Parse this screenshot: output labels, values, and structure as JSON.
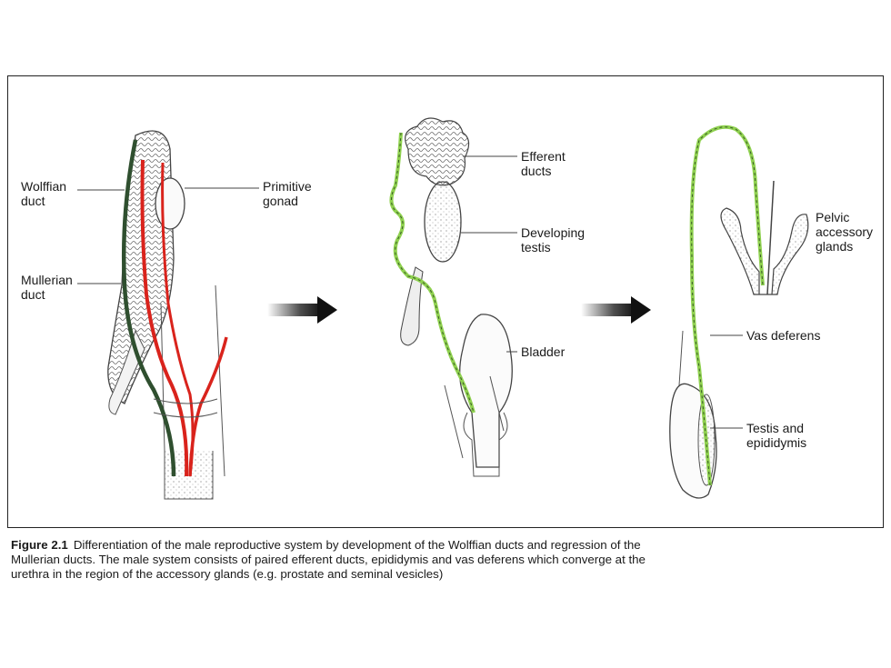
{
  "colors": {
    "wolffian_duct": "#2f4f2f",
    "mullerian_duct": "#d9231c",
    "vas_deferens": "#8fd14f",
    "outline": "#444444"
  },
  "panel1": {
    "wolffian_label": "Wolffian\nduct",
    "mullerian_label": "Mullerian\nduct",
    "gonad_label": "Primitive\ngonad"
  },
  "panel2": {
    "efferent_label": "Efferent\nducts",
    "testis_label": "Developing\ntestis",
    "bladder_label": "Bladder"
  },
  "panel3": {
    "pelvic_label": "Pelvic\naccessory\nglands",
    "vas_label": "Vas deferens",
    "testis_label": "Testis and\nepididymis"
  },
  "caption": {
    "figure_label": "Figure  2.1",
    "text": "Differentiation of the male reproductive system by development of the Wolffian ducts and regression of the Mullerian ducts. The male system consists of paired efferent ducts, epididymis and vas deferens which converge at the urethra in the region of the accessory glands (e.g. prostate and seminal vesicles)"
  }
}
